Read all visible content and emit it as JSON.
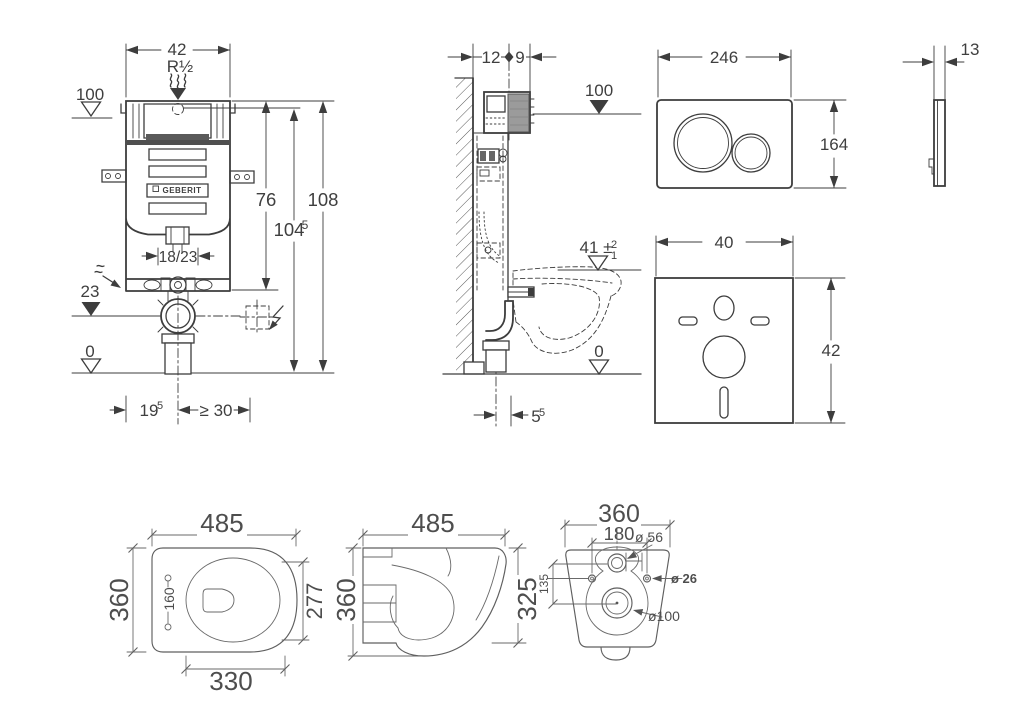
{
  "colors": {
    "background": "#ffffff",
    "ink": "#3d3d3d",
    "ink_light": "#5f5f5f",
    "fill_gray": "#9b9b9b"
  },
  "cistern_front": {
    "logo": "GEBERIT",
    "dim_width": "42",
    "thread": "R½",
    "level_supply": "100",
    "dim_height_tank": "76",
    "dim_height_total": "108",
    "dim_height_actuation": "104",
    "dim_height_actuation_sup": "5",
    "dim_outlet": "18/23",
    "level_drain": "23",
    "level_floor": "0",
    "dim_drain_offset": "19",
    "dim_drain_offset_sup": "5",
    "dim_side_clearance": "≥ 30"
  },
  "cistern_side": {
    "dim_depth": "12",
    "dim_front_depth": "9",
    "level_supply": "100",
    "dim_pan_height": "41 ±",
    "dim_pan_tol_plus": "2",
    "dim_pan_tol_minus": "1",
    "level_floor": "0",
    "dim_outlet_offset": "5",
    "dim_outlet_offset_sup": "5"
  },
  "flush_plate": {
    "dim_width": "246",
    "dim_height": "164",
    "dim_thickness": "13"
  },
  "sound_mat": {
    "dim_width": "40",
    "dim_height": "42"
  },
  "pan_top": {
    "dim_length": "485",
    "dim_width": "360",
    "dim_hole_spacing": "160",
    "dim_seat_length": "277",
    "dim_bowl_length": "330"
  },
  "pan_side": {
    "dim_length": "485",
    "dim_height_back": "360",
    "dim_height_front": "325"
  },
  "pan_back": {
    "dim_width": "360",
    "dim_hole_spacing": "180",
    "dim_inlet": "ø 56",
    "dim_fixing": "ø 26",
    "dim_outlet": "ø100",
    "dim_inlet_offset": "135"
  }
}
